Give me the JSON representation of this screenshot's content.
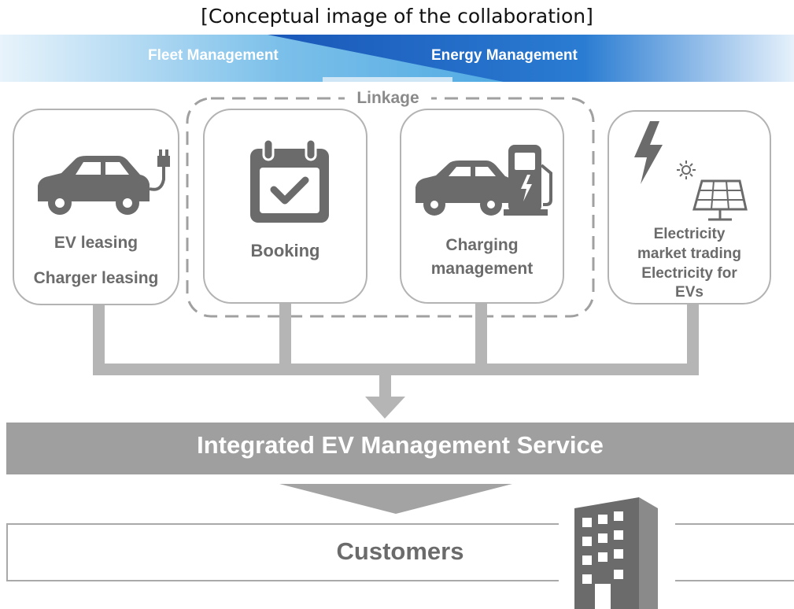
{
  "caption": "[Conceptual image of the collaboration]",
  "banner": {
    "left_label": "Fleet Management",
    "right_label": "Energy Management"
  },
  "linkage_label": "Linkage",
  "cards": {
    "ev_leasing": {
      "line1": "EV leasing",
      "line2": "Charger leasing"
    },
    "booking": {
      "line1": "Booking"
    },
    "charging": {
      "line1": "Charging",
      "line2": "management"
    },
    "electricity": {
      "line1": "Electricity",
      "line2": "market trading",
      "line3": "Electricity for",
      "line4": "EVs"
    }
  },
  "integrated_service": "Integrated EV Management Service",
  "customers": "Customers",
  "colors": {
    "banner_blue": "#1b64bd",
    "banner_light": "#e6f2fb",
    "gray_icon": "#6b6b6b",
    "gray_bar": "#9f9f9f",
    "card_border": "#b3b3b3"
  }
}
